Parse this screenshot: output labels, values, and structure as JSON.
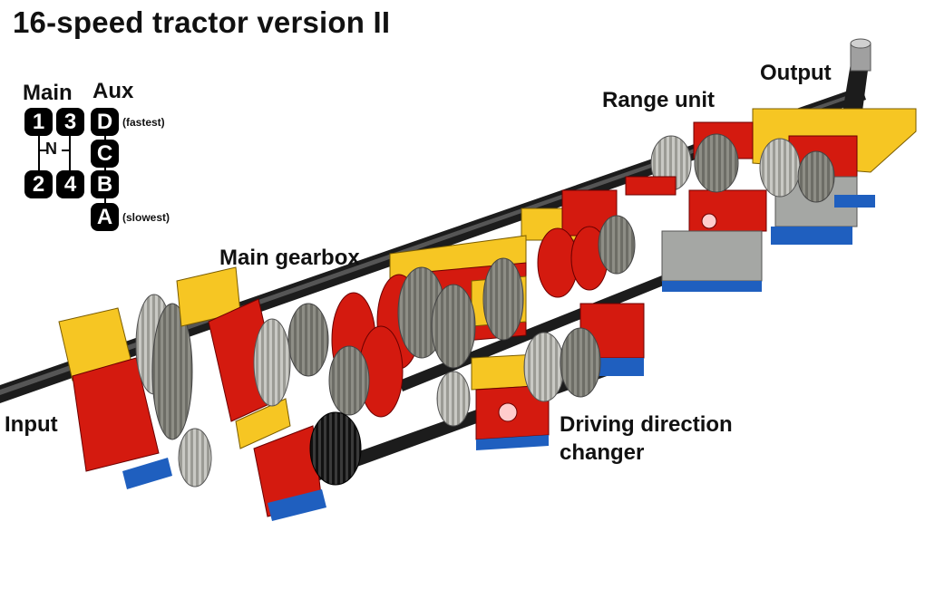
{
  "title": "16-speed tractor version II",
  "shift_pattern": {
    "main_label": "Main",
    "aux_label": "Aux",
    "main_gears": [
      "1",
      "3",
      "2",
      "4"
    ],
    "neutral": "N",
    "aux_gears": [
      "D",
      "C",
      "B",
      "A"
    ],
    "fastest_note": "(fastest)",
    "slowest_note": "(slowest)"
  },
  "callouts": {
    "output": "Output",
    "range_unit": "Range unit",
    "main_gearbox": "Main gearbox",
    "input": "Input",
    "driving_direction_line1": "Driving direction",
    "driving_direction_line2": "changer"
  },
  "colors": {
    "brick_red": "#d41a0f",
    "brick_yellow": "#f6c623",
    "brick_blue": "#1f5fbf",
    "brick_grey": "#a5a7a4",
    "gear_grey": "#8e8e86",
    "axle_black": "#1c1c1c"
  }
}
